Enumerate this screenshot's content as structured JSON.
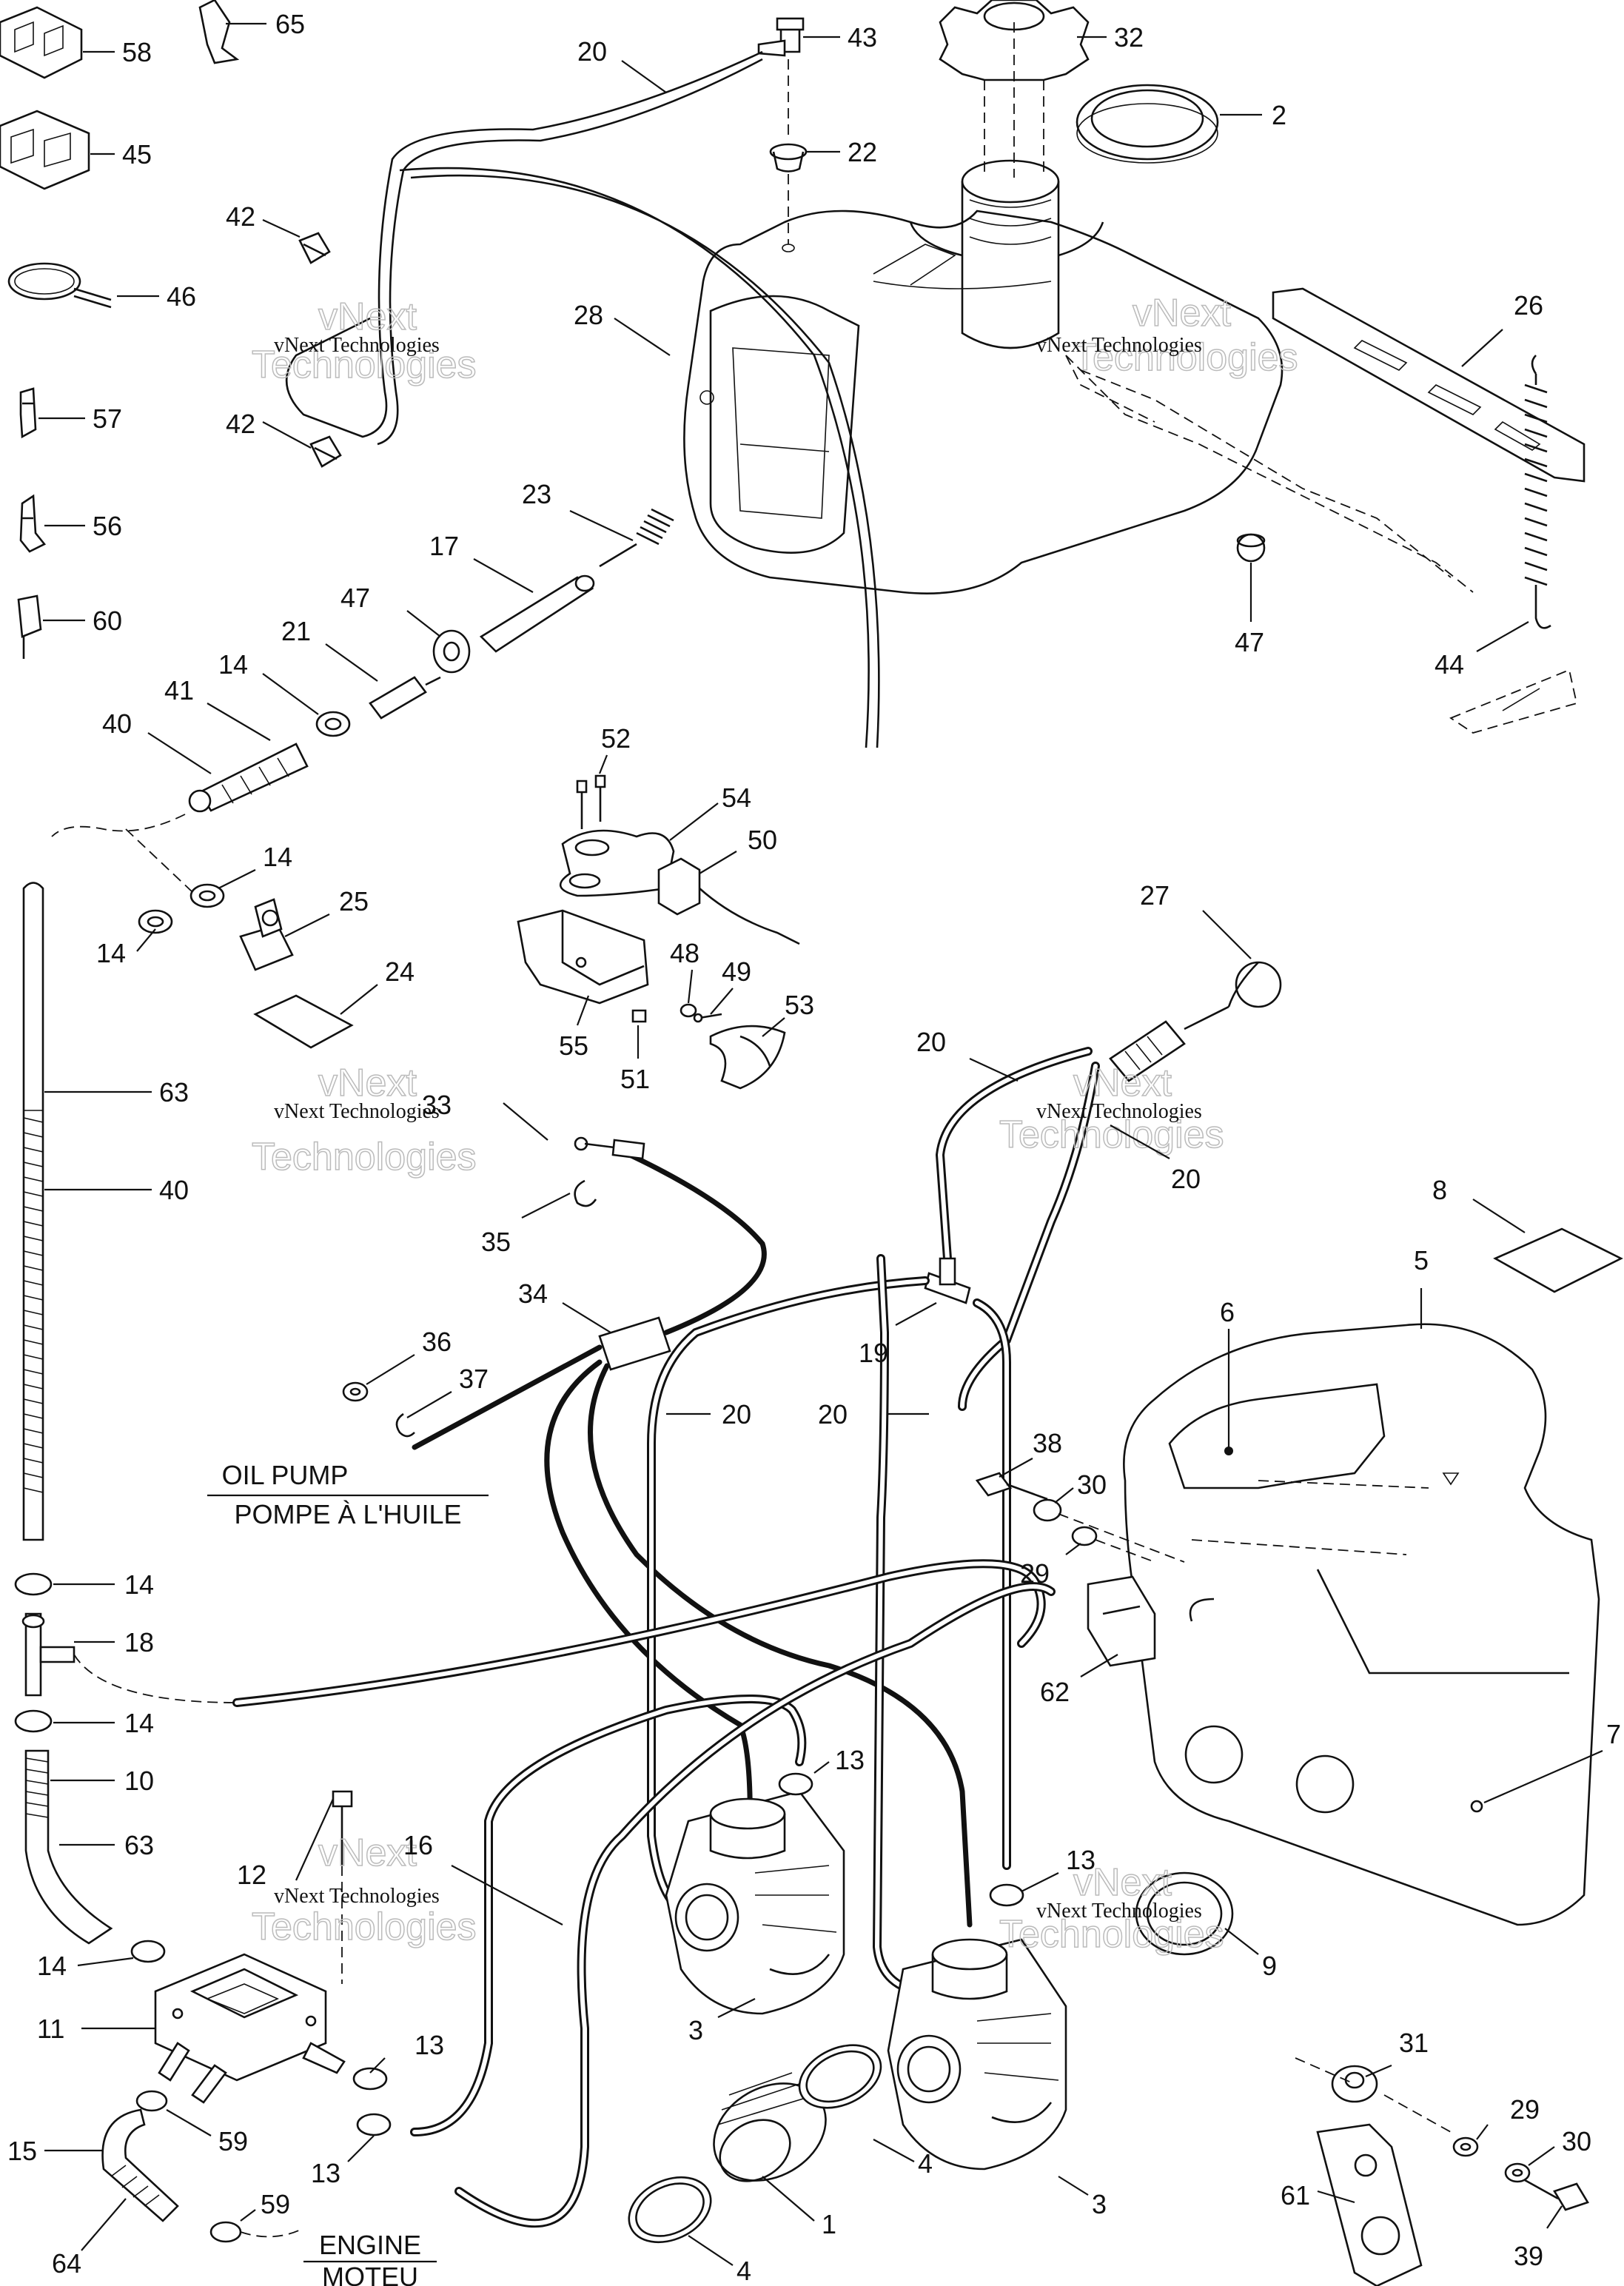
{
  "watermark": {
    "line1": "vNext Technologies",
    "line2": "vNext",
    "line3": "Technologies"
  },
  "captions": {
    "oil_pump_en": "OIL PUMP",
    "oil_pump_fr": "POMPE À L'HUILE",
    "engine_en": "ENGINE",
    "engine_fr": "MOTEU"
  },
  "callouts": {
    "c65": "65",
    "c58": "58",
    "c45": "45",
    "c46": "46",
    "c42a": "42",
    "c42b": "42",
    "c57": "57",
    "c56": "56",
    "c60": "60",
    "c20a": "20",
    "c43": "43",
    "c32": "32",
    "c2": "2",
    "c22": "22",
    "c28": "28",
    "c26": "26",
    "c23": "23",
    "c17": "17",
    "c47a": "47",
    "c47b": "47",
    "c44": "44",
    "c21": "21",
    "c14a": "14",
    "c41": "41",
    "c40a": "40",
    "c52": "52",
    "c54": "54",
    "c50": "50",
    "c14b": "14",
    "c25": "25",
    "c14c": "14",
    "c24": "24",
    "c27": "27",
    "c48": "48",
    "c49": "49",
    "c53": "53",
    "c55": "55",
    "c51": "51",
    "c63a": "63",
    "c20b": "20",
    "c33": "33",
    "c20c": "20",
    "c40b": "40",
    "c35": "35",
    "c8": "8",
    "c5": "5",
    "c6": "6",
    "c34": "34",
    "c19": "19",
    "c36": "36",
    "c37": "37",
    "c20d": "20",
    "c20e": "20",
    "c38": "38",
    "c30a": "30",
    "c29a": "29",
    "c14d": "14",
    "c18": "18",
    "c62": "62",
    "c14e": "14",
    "c10": "10",
    "c13a": "13",
    "c7": "7",
    "c63b": "63",
    "c16": "16",
    "c12": "12",
    "c13b": "13",
    "c14f": "14",
    "c9": "9",
    "c11": "11",
    "c3a": "3",
    "c13c": "13",
    "c31": "31",
    "c3b": "3",
    "c59a": "59",
    "c29b": "29",
    "c15": "15",
    "c13d": "13",
    "c4a": "4",
    "c30b": "30",
    "c59b": "59",
    "c61": "61",
    "c64": "64",
    "c1": "1",
    "c39": "39",
    "c4b": "4"
  }
}
